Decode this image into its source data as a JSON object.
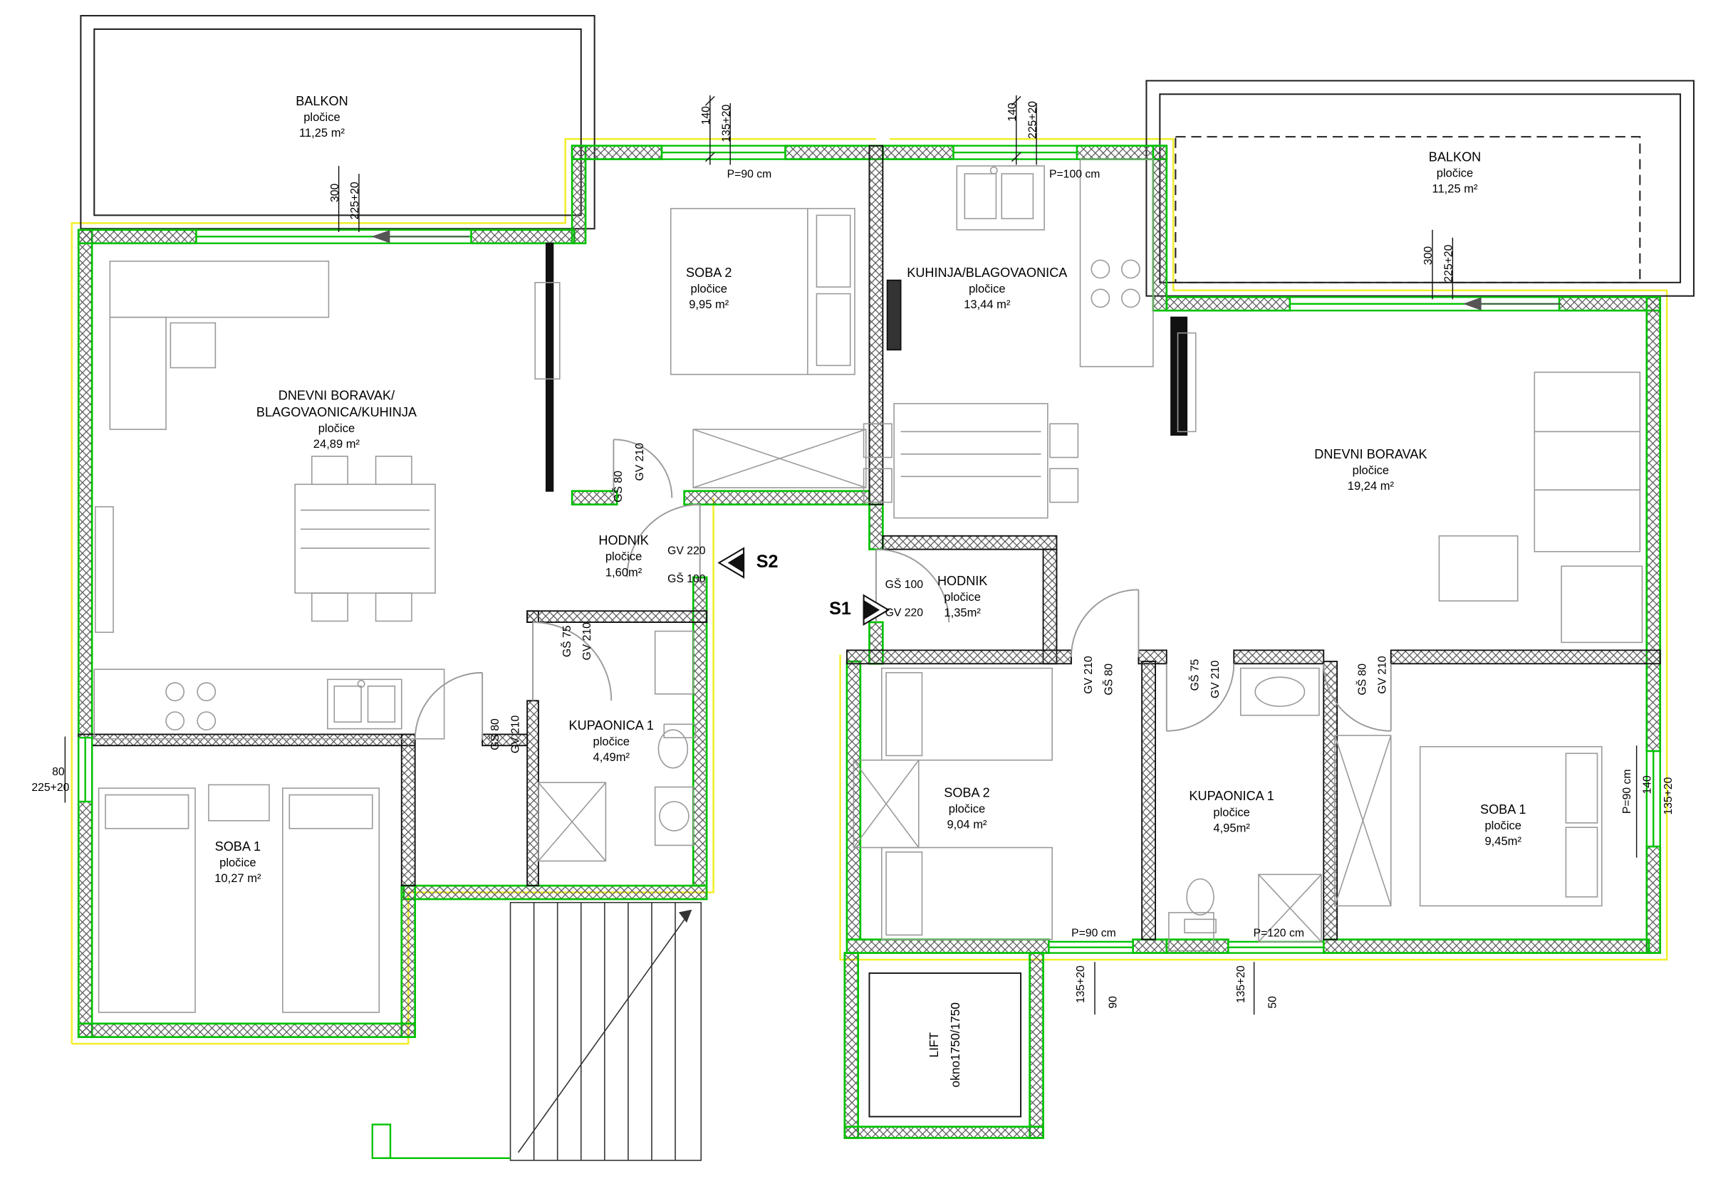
{
  "colors": {
    "exterior_wall_outline": "#00c200",
    "insulation_line": "#f2ee2a",
    "drawing_line": "#111111",
    "furniture_line": "#999999"
  },
  "rooms": [
    {
      "name": "BALKON",
      "floor": "pločice",
      "area": "11,25 m²"
    },
    {
      "name": "SOBA 2",
      "floor": "pločice",
      "area": "9,95 m²"
    },
    {
      "name": "KUHINJA/BLAGOVAONICA",
      "floor": "pločice",
      "area": "13,44 m²"
    },
    {
      "name": "BALKON",
      "floor": "pločice",
      "area": "11,25 m²"
    },
    {
      "name": "DNEVNI BORAVAK/",
      "name2": "BLAGOVAONICA/KUHINJA",
      "floor": "pločice",
      "area": "24,89 m²"
    },
    {
      "name": "DNEVNI BORAVAK",
      "floor": "pločice",
      "area": "19,24 m²"
    },
    {
      "name": "HODNIK",
      "floor": "pločice",
      "area": "1,60m²"
    },
    {
      "name": "HODNIK",
      "floor": "pločice",
      "area": "1,35m²"
    },
    {
      "name": "KUPAONICA 1",
      "floor": "pločice",
      "area": "4,49m²"
    },
    {
      "name": "SOBA 1",
      "floor": "pločice",
      "area": "10,27 m²"
    },
    {
      "name": "SOBA 2",
      "floor": "pločice",
      "area": "9,04 m²"
    },
    {
      "name": "KUPAONICA 1",
      "floor": "pločice",
      "area": "4,95m²"
    },
    {
      "name": "SOBA 1",
      "floor": "pločice",
      "area": "9,45m²"
    }
  ],
  "door_labels": [
    [
      "GV 210",
      "GŠ 80"
    ],
    [
      "GV 220",
      "GŠ 100"
    ],
    [
      "GŠ 100",
      "GV 220"
    ],
    [
      "GŠ 75",
      "GV 210"
    ],
    [
      "GŠ 80",
      "GV 210"
    ],
    [
      "GV 210",
      "GŠ 80"
    ],
    [
      "GŠ 75",
      "GV 210"
    ],
    [
      "GŠ 80",
      "GV 210"
    ]
  ],
  "dimensions": {
    "balcony_door_left": [
      "300",
      "225+20"
    ],
    "window_top_left": [
      "140",
      "135+20"
    ],
    "parapet_top_left": "P=90 cm",
    "window_top_right": [
      "140",
      "225+20"
    ],
    "parapet_top_right": "P=100 cm",
    "balcony_door_right": [
      "300",
      "225+20"
    ],
    "window_left": [
      "80",
      "225+20"
    ],
    "window_right": [
      "140",
      "135+20"
    ],
    "parapet_right": "P=90 cm",
    "window_bottom_left": [
      "135+20",
      "90"
    ],
    "parapet_bottom_left": "P=90 cm",
    "window_bottom_right": [
      "135+20",
      "50"
    ],
    "parapet_bottom_right": "P=120 cm"
  },
  "sections": {
    "s1": "S1",
    "s2": "S2"
  },
  "lift": {
    "name": "LIFT",
    "shaft": "okno1750/1750"
  }
}
